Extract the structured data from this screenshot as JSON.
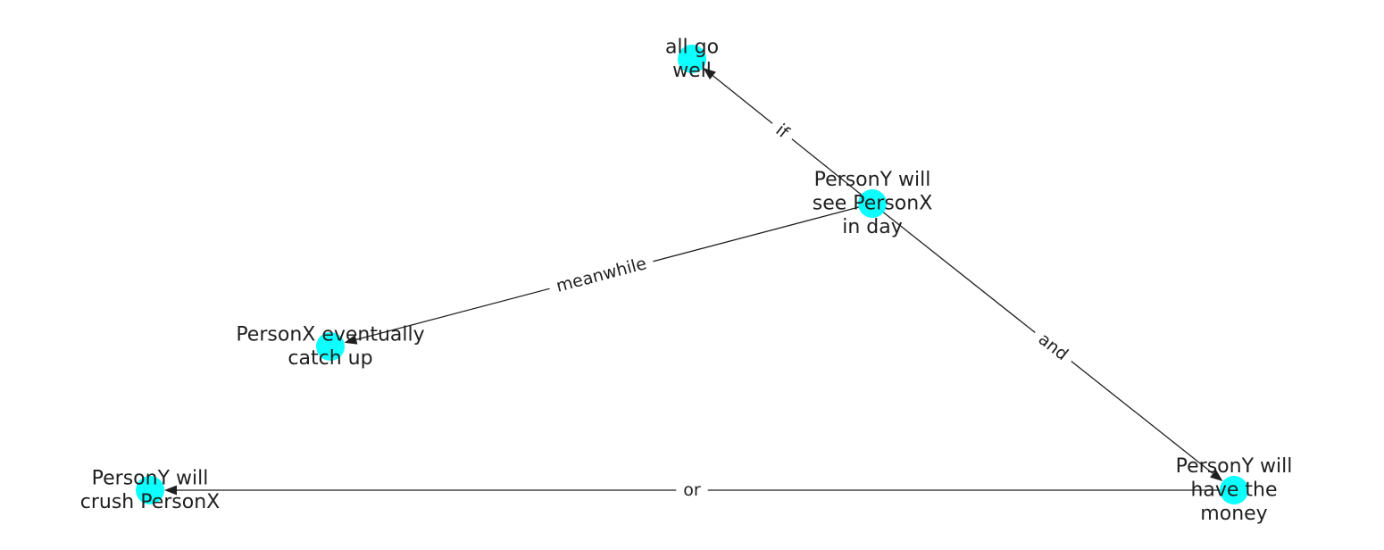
{
  "graph": {
    "node_color": "#00ffff",
    "edge_color": "#1f1f1f",
    "nodes": [
      {
        "id": "all_go_well",
        "lines": [
          "all go",
          "well"
        ]
      },
      {
        "id": "persony_see",
        "lines": [
          "PersonY will",
          "see PersonX",
          "in day"
        ]
      },
      {
        "id": "personx_catch",
        "lines": [
          "PersonX eventually",
          "catch up"
        ]
      },
      {
        "id": "persony_crush",
        "lines": [
          "PersonY will",
          "crush PersonX"
        ]
      },
      {
        "id": "persony_money",
        "lines": [
          "PersonY will",
          "have the",
          "money"
        ]
      }
    ],
    "edges": [
      {
        "from": "persony_see",
        "to": "all_go_well",
        "label": "if"
      },
      {
        "from": "persony_see",
        "to": "personx_catch",
        "label": "meanwhile"
      },
      {
        "from": "persony_see",
        "to": "persony_money",
        "label": "and"
      },
      {
        "from": "persony_money",
        "to": "persony_crush",
        "label": "or"
      }
    ]
  }
}
